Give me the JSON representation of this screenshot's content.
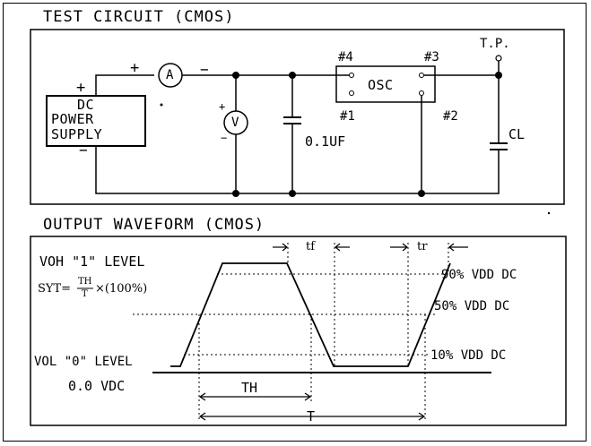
{
  "circuit": {
    "heading": "TEST CIRCUIT (CMOS)",
    "power_supply": [
      "DC",
      "POWER",
      "SUPPLY"
    ],
    "plus_sign": "+",
    "minus_sign": "−",
    "ammeter": "A",
    "voltmeter": "V",
    "capacitor_value": "0.1UF",
    "oscillator": "OSC",
    "pin1": "#1",
    "pin2": "#2",
    "pin3": "#3",
    "pin4": "#4",
    "test_point": "T.P.",
    "load_cap": "CL"
  },
  "waveform": {
    "heading": "OUTPUT WAVEFORM (CMOS)",
    "voh_label": "VOH \"1\" LEVEL",
    "vol_label": "VOL \"0\" LEVEL",
    "zero_label": "0.0 VDC",
    "sym_prefix": "SYT=",
    "sym_num": "TH",
    "sym_den": "T",
    "sym_suffix": "×(100%)",
    "pct90": "90% VDD DC",
    "pct50": "50% VDD DC",
    "pct10": "10% VDD DC",
    "tf": "tf",
    "tr": "tr",
    "th": "TH",
    "t": "T"
  }
}
